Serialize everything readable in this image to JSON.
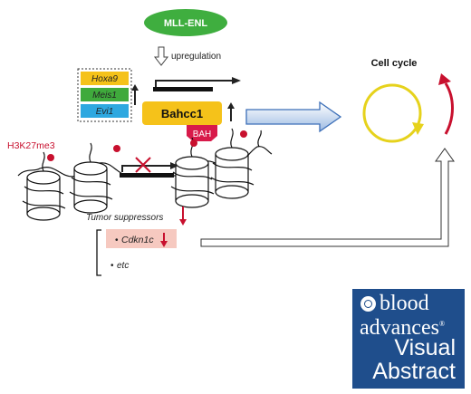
{
  "top_factor": "MLL-ENL",
  "upregulation_label": "upregulation",
  "target_genes": [
    "Hoxa9",
    "Meis1",
    "Evi1"
  ],
  "gene_colors": [
    "#f5c21a",
    "#3faa3c",
    "#2ea8e0"
  ],
  "bahcc1_label": "Bahcc1",
  "bah_label": "BAH",
  "histone_mark": "H3K27me3",
  "tumor_suppressors_label": "Tumor suppressors",
  "suppressor_genes": [
    "Cdkn1c"
  ],
  "etc_label": "etc",
  "cell_cycle_label": "Cell cycle",
  "colors": {
    "green": "#3fae3f",
    "bahcc1": "#f5c21a",
    "bah": "#d81a4a",
    "red": "#c8102e",
    "cell_cycle_circle": "#e6d21c",
    "cdkn1c_box": "#f6c9c0",
    "blue_arrow": "#3c6fb8",
    "logo_blue": "#1f4e8c"
  },
  "logo": {
    "line1": "blood",
    "line2": "advances",
    "line3": "Visual",
    "line4": "Abstract"
  }
}
